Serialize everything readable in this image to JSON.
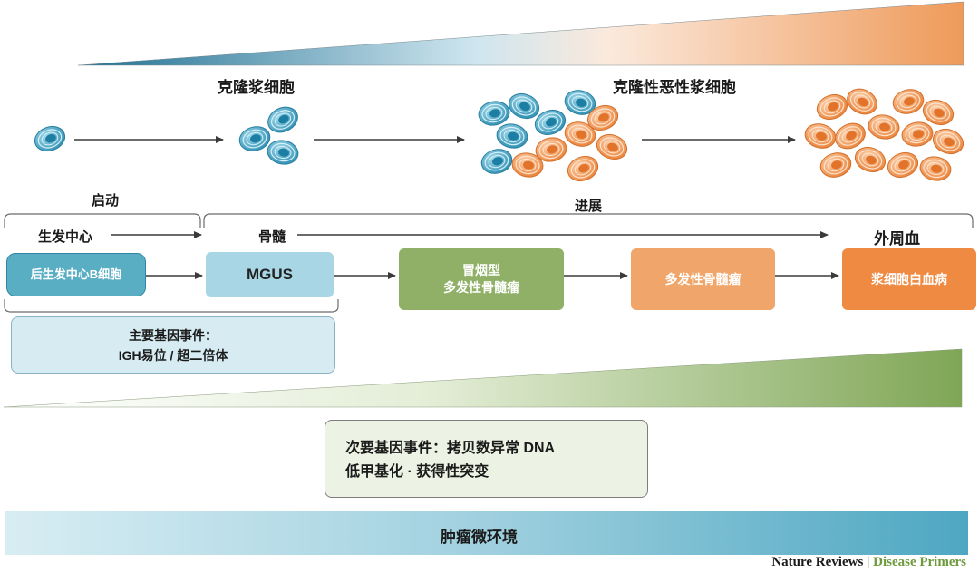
{
  "stages": {
    "clonal_plasma": "克隆浆细胞",
    "malignant_plasma": "克隆性恶性浆细胞",
    "initiation": "启动",
    "progression": "进展"
  },
  "locations": {
    "germinal_center": "生发中心",
    "bone_marrow": "骨髓",
    "peripheral_blood": "外周血"
  },
  "nodes": [
    {
      "id": "post-gc-b-cell",
      "label": "后生发中心B细胞",
      "color": "#5aaec4"
    },
    {
      "id": "mgus",
      "label": "MGUS",
      "color": "#a9d6e5"
    },
    {
      "id": "smouldering-mm",
      "label": "冒烟型\n多发性骨髓瘤",
      "color": "#8fb066"
    },
    {
      "id": "multiple-myeloma",
      "label": "多发性骨髓瘤",
      "color": "#f0a66a"
    },
    {
      "id": "plasma-cell-leukemia",
      "label": "浆细胞白血病",
      "color": "#ef8a42"
    }
  ],
  "primary_events": {
    "title": "主要基因事件：",
    "detail": "IGH易位 / 超二倍体"
  },
  "secondary_events": {
    "line1": "次要基因事件：拷贝数异常 DNA",
    "line2": "低甲基化 · 获得性突变"
  },
  "microenvironment": "肿瘤微环境",
  "credit": {
    "journal": "Nature Reviews",
    "separator": "|",
    "series": "Disease Primers"
  },
  "colors": {
    "blue_cell": "#3f9fbf",
    "orange_cell": "#f08c45",
    "green": "#8fb066",
    "arrow": "#3a3a3a"
  }
}
